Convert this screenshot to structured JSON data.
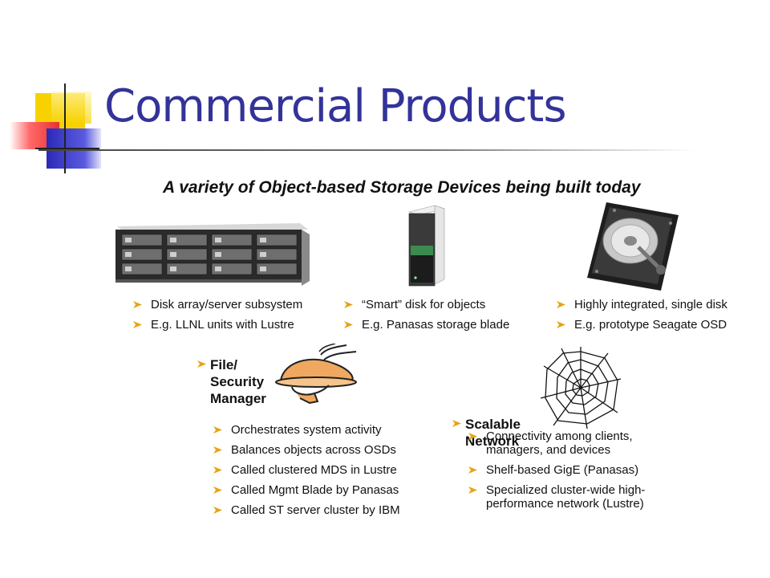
{
  "slide": {
    "title": "Commercial Products",
    "subtitle": "A variety of Object-based Storage Devices being built today"
  },
  "devices": [
    {
      "icon": "disk-array-server-image",
      "bullets": [
        "Disk array/server subsystem",
        "E.g. LLNL units with Lustre"
      ]
    },
    {
      "icon": "smart-disk-blade-image",
      "bullets": [
        "“Smart” disk for objects",
        "E.g. Panasas storage blade"
      ]
    },
    {
      "icon": "hard-disk-image",
      "bullets": [
        "Highly integrated, single disk",
        "E.g. prototype Seagate OSD"
      ]
    }
  ],
  "file_manager": {
    "label_lines": [
      "File/",
      "Security",
      "Manager"
    ],
    "bullets": [
      "Orchestrates system activity",
      "Balances objects across OSDs",
      "Called clustered MDS in Lustre",
      "Called Mgmt Blade by Panasas",
      "Called ST server cluster by IBM"
    ]
  },
  "network": {
    "label_lines": [
      "Scalable",
      "Network"
    ],
    "bullets": [
      "Connectivity among clients, managers, and devices",
      "Shelf-based GigE (Panasas)",
      "Specialized cluster-wide high-performance network (Lustre)"
    ]
  },
  "colors": {
    "title": "#333399",
    "arrow": "#e8a317",
    "deco_yellow": "#f5d000",
    "deco_blue": "#3a3ac8",
    "deco_red": "#e84040"
  }
}
